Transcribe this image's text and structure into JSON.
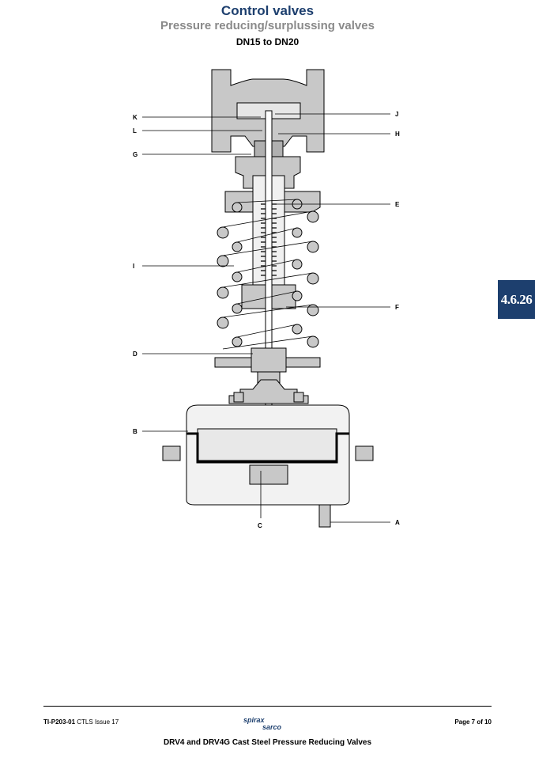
{
  "header": {
    "title": "Control valves",
    "subtitle": "Pressure reducing/surplussing valves",
    "size": "DN15 to DN20"
  },
  "side_tab": {
    "label": "4.6.26",
    "color": "#1d3f6e"
  },
  "diagram": {
    "labels_left": [
      "K",
      "L",
      "G",
      "I",
      "D",
      "B"
    ],
    "labels_right": [
      "J",
      "H",
      "E",
      "F",
      "A"
    ],
    "label_bottom": "C"
  },
  "footer": {
    "doc_code": "TI-P203-01",
    "issue": "CTLS Issue 17",
    "logo_top": "spirax",
    "logo_bottom": "sarco",
    "page": "Page 7 of 10",
    "doc_title": "DRV4 and DRV4G Cast Steel Pressure Reducing Valves"
  }
}
